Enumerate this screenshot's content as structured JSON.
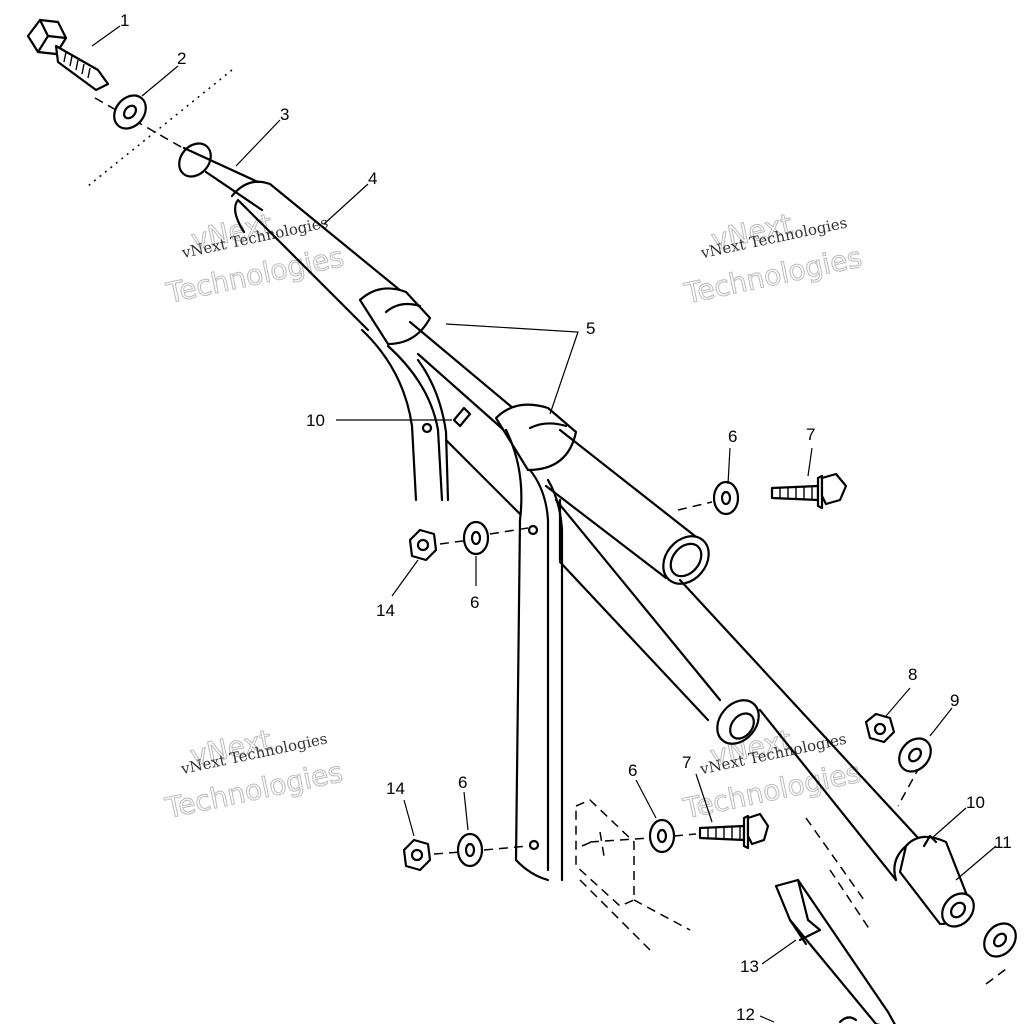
{
  "watermarks": [
    {
      "line1": "vNext",
      "line2": "vNext Technologies",
      "line3": "Technologies"
    },
    {
      "line1": "vNext",
      "line2": "vNext Technologies",
      "line3": "Technologies"
    },
    {
      "line1": "vNext",
      "line2": "vNext Technologies",
      "line3": "Technologies"
    },
    {
      "line1": "vNext",
      "line2": "vNext Technologies",
      "line3": "Technologies"
    }
  ],
  "callouts": [
    "1",
    "2",
    "3",
    "4",
    "5",
    "10",
    "6",
    "7",
    "14",
    "6",
    "8",
    "9",
    "10",
    "11",
    "14",
    "6",
    "6",
    "7",
    "13",
    "12"
  ]
}
